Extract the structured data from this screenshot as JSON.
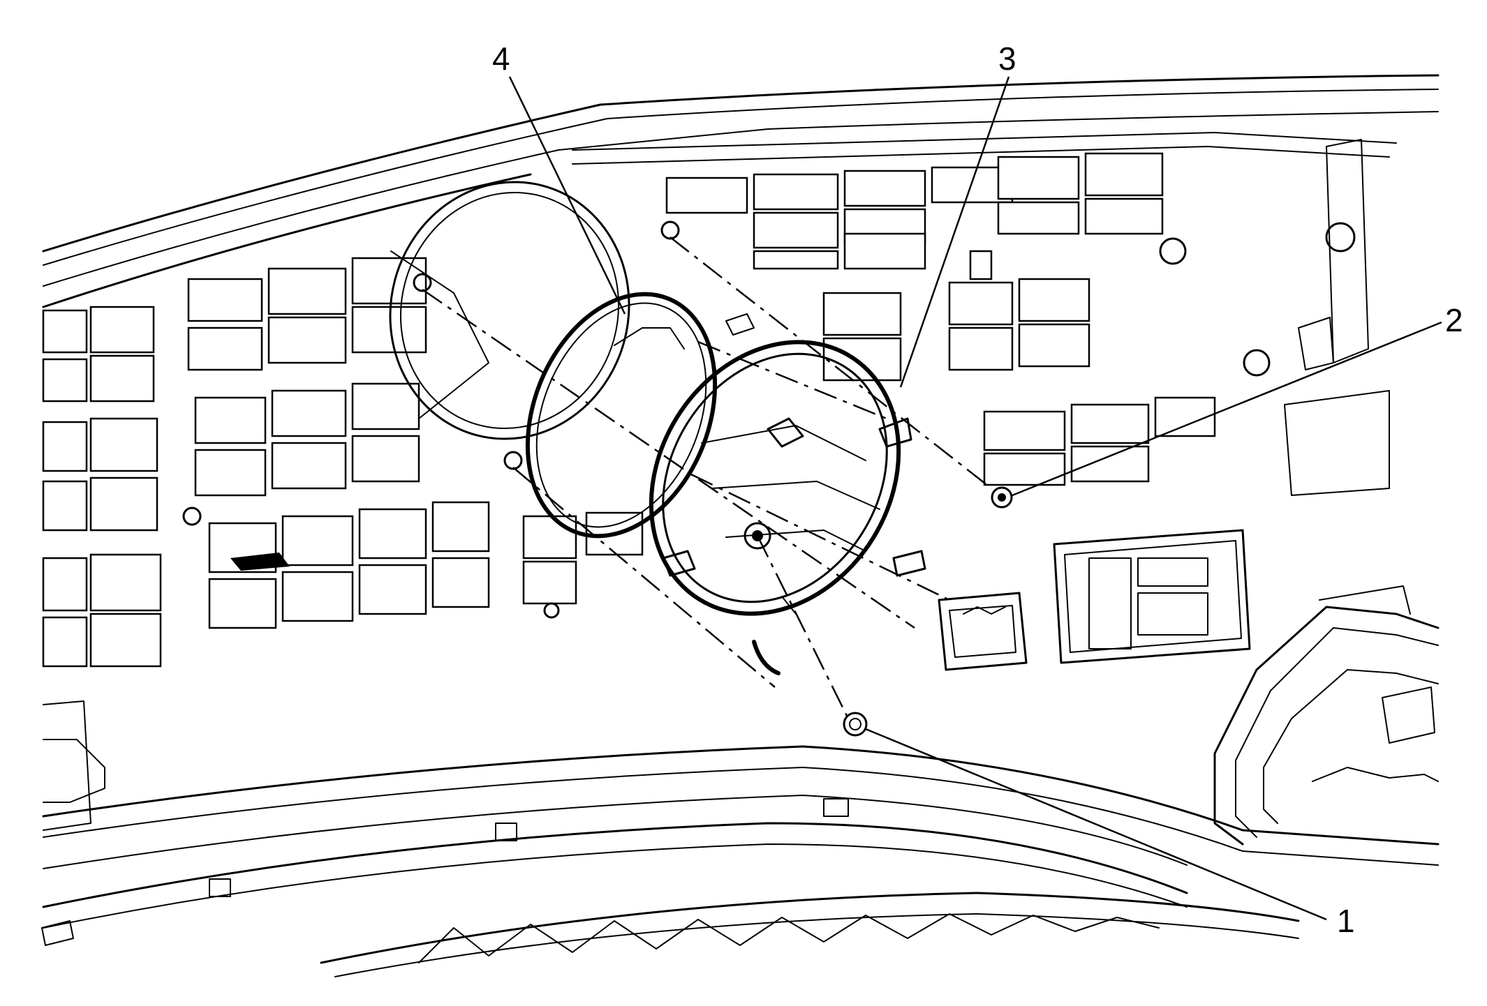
{
  "figure": {
    "callouts": [
      {
        "id": "1",
        "label": "1"
      },
      {
        "id": "2",
        "label": "2"
      },
      {
        "id": "3",
        "label": "3"
      },
      {
        "id": "4",
        "label": "4"
      }
    ]
  }
}
